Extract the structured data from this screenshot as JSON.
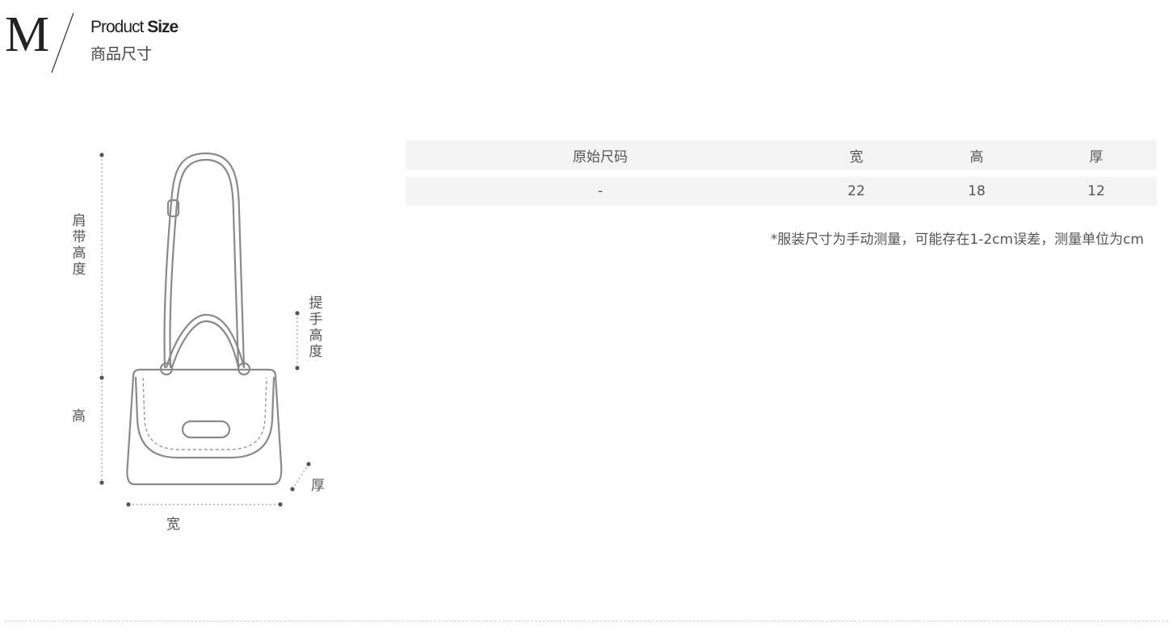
{
  "header": {
    "logo_letter": "M",
    "title_en_light": "Product ",
    "title_en_bold": "Size",
    "title_cn": "商品尺寸"
  },
  "diagram": {
    "strap_height_label": "肩带高度",
    "handle_height_label": "提手高度",
    "height_label": "高",
    "width_label": "宽",
    "depth_label": "厚"
  },
  "size_table": {
    "headers": [
      "原始尺码",
      "宽",
      "高",
      "厚"
    ],
    "rows": [
      [
        "-",
        "22",
        "18",
        "12"
      ]
    ]
  },
  "note": "*服装尺寸为手动测量，可能存在1-2cm误差，测量单位为cm"
}
